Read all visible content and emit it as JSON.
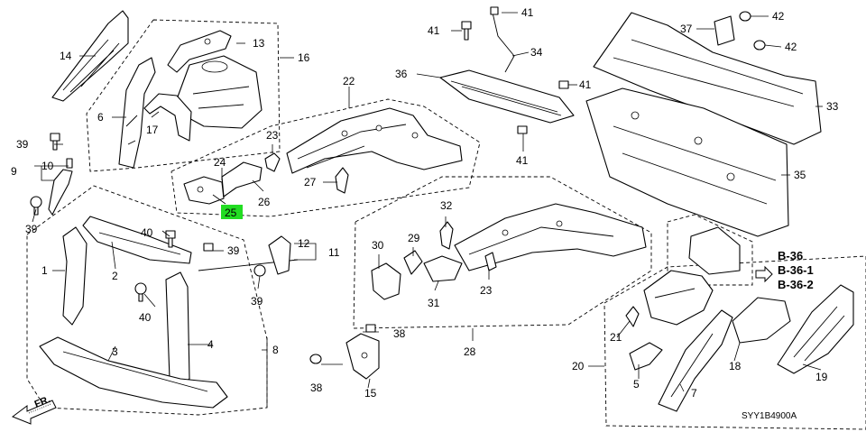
{
  "diagram": {
    "callouts": {
      "c1": "1",
      "c2": "2",
      "c3": "3",
      "c4": "4",
      "c5": "5",
      "c6": "6",
      "c7": "7",
      "c8": "8",
      "c9": "9",
      "c10": "10",
      "c11": "11",
      "c12": "12",
      "c13": "13",
      "c14": "14",
      "c15": "15",
      "c16": "16",
      "c17": "17",
      "c18": "18",
      "c19": "19",
      "c20": "20",
      "c21": "21",
      "c22": "22",
      "c23a": "23",
      "c23b": "23",
      "c24": "24",
      "c25": "25",
      "c26": "26",
      "c27": "27",
      "c28": "28",
      "c29": "29",
      "c30": "30",
      "c31": "31",
      "c32": "32",
      "c33": "33",
      "c34": "34",
      "c35": "35",
      "c36": "36",
      "c37": "37",
      "c38a": "38",
      "c38b": "38",
      "c39a": "39",
      "c39b": "39",
      "c39c": "39",
      "c39d": "39",
      "c40a": "40",
      "c40b": "40",
      "c41a": "41",
      "c41b": "41",
      "c41c": "41",
      "c41d": "41",
      "c42a": "42",
      "c42b": "42"
    },
    "references": {
      "r1": "B-36",
      "r2": "B-36-1",
      "r3": "B-36-2"
    },
    "direction_label": "FR.",
    "figure_code": "SYY1B4900A",
    "highlight_color": "#22dd22"
  }
}
